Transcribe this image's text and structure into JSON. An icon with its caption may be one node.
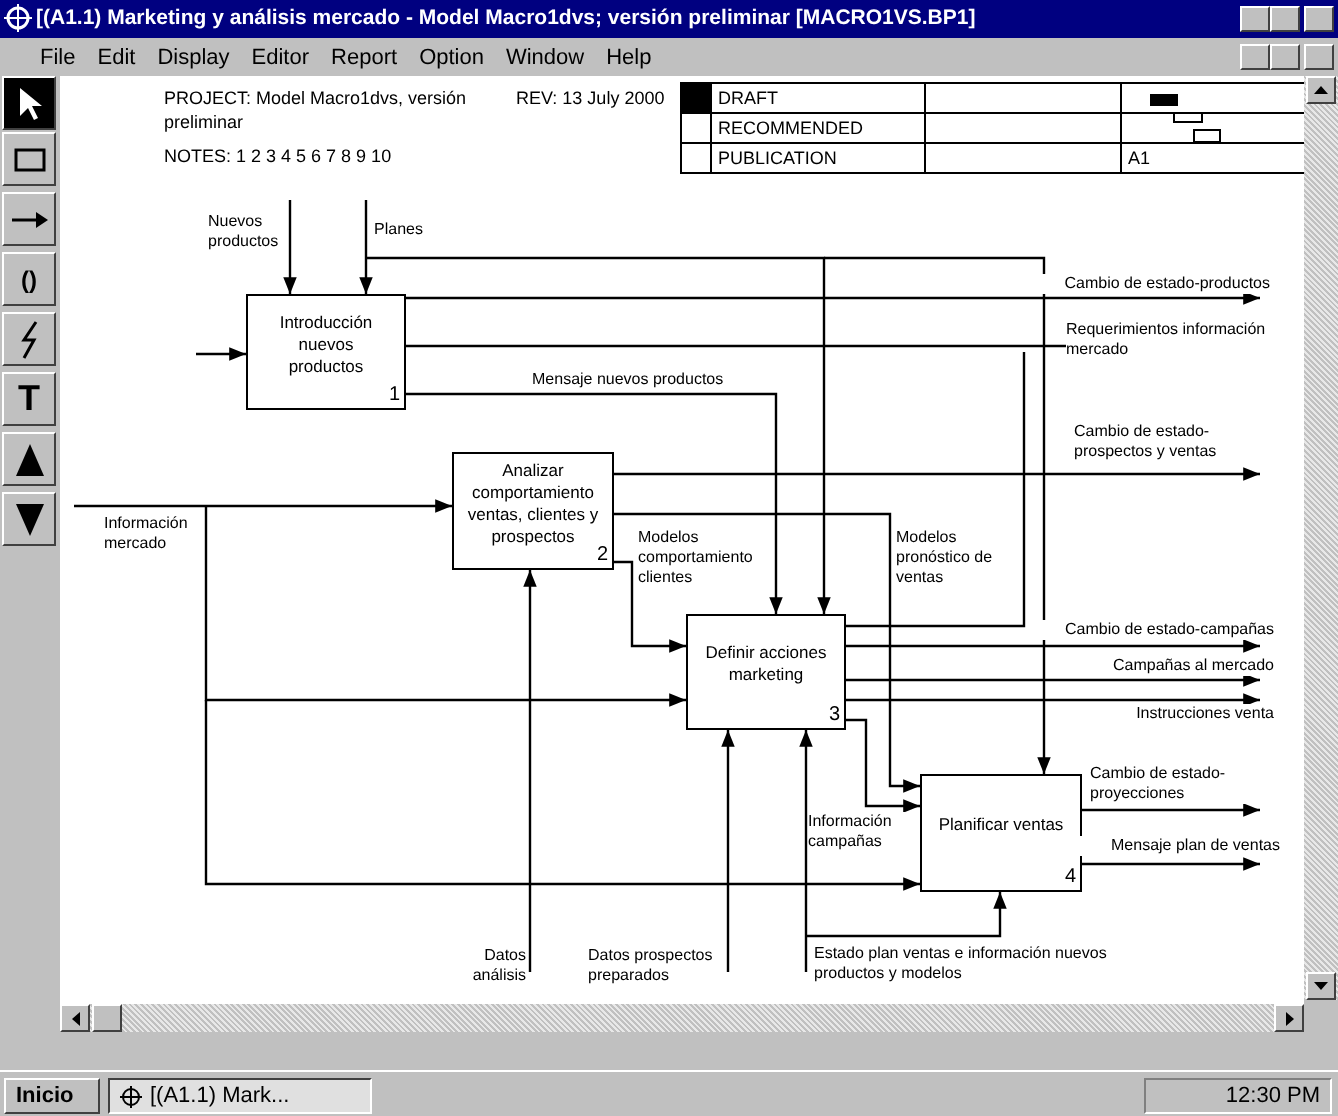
{
  "diagram": {
    "nodes": [
      {
        "text": [
          "Introducción nuevos productos",
          "1"
        ]
      },
      {
        "text": [
          "Analizar comportamiento ventas, clientes y prospectos",
          "2"
        ]
      },
      {
        "text": [
          "Definir acciones marketing",
          "3"
        ]
      },
      {
        "text": [
          "Planificar ventas",
          "4"
        ]
      }
    ],
    "edges": [
      {
        "from": null,
        "to": 0,
        "arrow": "to",
        "label": "Nuevos productos"
      },
      {
        "from": null,
        "to": 0,
        "arrow": "to",
        "label": "Planes"
      },
      {
        "from": null,
        "to": 2,
        "arrow": "to"
      },
      {
        "from": null,
        "to": 3,
        "arrow": "to"
      },
      {
        "from": null,
        "to": 0,
        "arrow": "to"
      },
      {
        "from": 0,
        "to": null,
        "arrow": "to",
        "label": "Cambio de estado-productos"
      },
      {
        "from": 0,
        "to": null,
        "arrow": "to",
        "label": "Requerimientos información mercado"
      },
      {
        "from": 0,
        "to": 2,
        "arrow": "to",
        "label": "Mensaje nuevos productos"
      },
      {
        "from": null,
        "to": 1,
        "arrow": "to",
        "label": "Información mercado"
      },
      {
        "from": null,
        "to": 2,
        "arrow": "to"
      },
      {
        "from": null,
        "to": 3,
        "arrow": "to"
      },
      {
        "from": 1,
        "to": null,
        "arrow": "to",
        "label": "Cambio de estado-prospectos y ventas"
      },
      {
        "from": 1,
        "to": 2,
        "arrow": "to",
        "label": "Modelos comportamiento clientes"
      },
      {
        "from": 1,
        "to": 3,
        "arrow": "to",
        "label": "Modelos pronóstico de ventas"
      },
      {
        "from": null,
        "to": 1,
        "arrow": "to",
        "label": "Datos análisis"
      },
      {
        "from": null,
        "to": 2,
        "arrow": "to",
        "label": "Datos prospectos preparados"
      },
      {
        "from": null,
        "to": 2,
        "arrow": "to",
        "label": "Estado plan ventas e información nuevos productos y modelos"
      },
      {
        "from": null,
        "to": 3,
        "arrow": "to"
      },
      {
        "from": 2,
        "to": null,
        "arrow": "none"
      },
      {
        "from": 2,
        "to": null,
        "arrow": "to",
        "label": "Cambio de estado-campañas"
      },
      {
        "from": 2,
        "to": null,
        "arrow": "to",
        "label": "Campañas al mercado"
      },
      {
        "from": 2,
        "to": null,
        "arrow": "to",
        "label": "Instrucciones venta"
      },
      {
        "from": 2,
        "to": 3,
        "arrow": "to",
        "label": "Información campañas"
      },
      {
        "from": 3,
        "to": null,
        "arrow": "to",
        "label": "Cambio de estado-proyecciones"
      },
      {
        "from": 3,
        "to": null,
        "arrow": "to",
        "label": "Mensaje plan de ventas"
      }
    ],
    "labels": [
      "[(A1.1) Marketing y  análisis mercado - Model Macro1dvs; versión preliminar  [MACRO1VS.BP1]",
      "File",
      "Edit",
      "Display",
      "Editor",
      "Report",
      "Option",
      "Window",
      "Help",
      "()",
      "T",
      "PROJECT: Model Macro1dvs, versión preliminar",
      "REV: 13 July 2000",
      "NOTES: 1 2 3 4 5 6 7 8 9 10",
      "DRAFT",
      "RECOMMENDED",
      "PUBLICATION",
      "A1",
      "Inicio",
      "[(A1.1) Mark...",
      "12:30 PM"
    ]
  }
}
